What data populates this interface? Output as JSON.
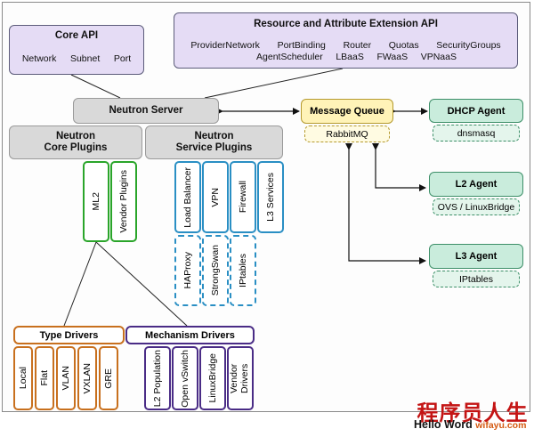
{
  "core_api": {
    "title": "Core API",
    "items": [
      "Network",
      "Subnet",
      "Port"
    ]
  },
  "ext_api": {
    "title": "Resource and Attribute Extension API",
    "row1": [
      "ProviderNetwork",
      "PortBinding",
      "Router",
      "Quotas",
      "SecurityGroups"
    ],
    "row2": [
      "AgentScheduler",
      "LBaaS",
      "FWaaS",
      "VPNaaS"
    ]
  },
  "server": {
    "label": "Neutron Server"
  },
  "core_plugins": {
    "line1": "Neutron",
    "line2": "Core Plugins",
    "items": [
      "ML2",
      "Vendor Plugins"
    ]
  },
  "service_plugins": {
    "line1": "Neutron",
    "line2": "Service Plugins",
    "items": [
      "Load Balancer",
      "VPN",
      "Firewall",
      "L3 Services"
    ],
    "impls": [
      "HAProxy",
      "StrongSwan",
      "IPtables"
    ]
  },
  "message_queue": {
    "label": "Message Queue",
    "impl": "RabbitMQ"
  },
  "agents": [
    {
      "label": "DHCP Agent",
      "impl": "dnsmasq"
    },
    {
      "label": "L2 Agent",
      "impl": "OVS / LinuxBridge"
    },
    {
      "label": "L3 Agent",
      "impl": "IPtables"
    }
  ],
  "type_drivers": {
    "title": "Type Drivers",
    "items": [
      "Local",
      "Flat",
      "VLAN",
      "VXLAN",
      "GRE"
    ]
  },
  "mechanism_drivers": {
    "title": "Mechanism Drivers",
    "items": [
      "L2 Population",
      "Open vSwitch",
      "LinuxBridge",
      "Vendor Drivers"
    ]
  },
  "watermark": {
    "cn": "程序员人生",
    "en": "Hello Word",
    "site": "wifayu.com"
  }
}
